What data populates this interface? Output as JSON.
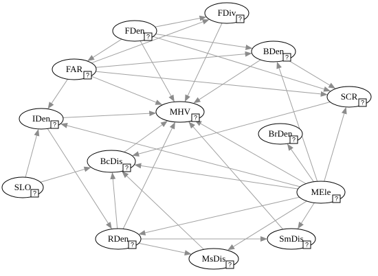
{
  "nodes": [
    {
      "id": "FDiv",
      "label": "FDiv",
      "badge": "?"
    },
    {
      "id": "FDen",
      "label": "FDen",
      "badge": "?"
    },
    {
      "id": "BDen",
      "label": "BDen",
      "badge": "?"
    },
    {
      "id": "FAR",
      "label": "FAR",
      "badge": "?"
    },
    {
      "id": "SCR",
      "label": "SCR",
      "badge": "?"
    },
    {
      "id": "MHV",
      "label": "MHV",
      "badge": "?"
    },
    {
      "id": "IDen",
      "label": "IDen",
      "badge": "?"
    },
    {
      "id": "BrDen",
      "label": "BrDen",
      "badge": "?"
    },
    {
      "id": "BcDis",
      "label": "BcDis",
      "badge": "?"
    },
    {
      "id": "SLO",
      "label": "SLO",
      "badge": "?"
    },
    {
      "id": "MEle",
      "label": "MEle",
      "badge": "?"
    },
    {
      "id": "RDen",
      "label": "RDen",
      "badge": "?"
    },
    {
      "id": "SmDis",
      "label": "SmDis",
      "badge": "?"
    },
    {
      "id": "MsDis",
      "label": "MsDis",
      "badge": "?"
    }
  ],
  "edges": [
    [
      "FDen",
      "FDiv"
    ],
    [
      "FDen",
      "FAR"
    ],
    [
      "FDen",
      "MHV"
    ],
    [
      "FDen",
      "BDen"
    ],
    [
      "FDen",
      "SCR"
    ],
    [
      "FAR",
      "FDiv"
    ],
    [
      "FAR",
      "BDen"
    ],
    [
      "FAR",
      "SCR"
    ],
    [
      "FAR",
      "MHV"
    ],
    [
      "FAR",
      "IDen"
    ],
    [
      "FDiv",
      "MHV"
    ],
    [
      "BDen",
      "MHV"
    ],
    [
      "BDen",
      "SCR"
    ],
    [
      "IDen",
      "MHV"
    ],
    [
      "IDen",
      "RDen"
    ],
    [
      "SLO",
      "IDen"
    ],
    [
      "SLO",
      "BcDis"
    ],
    [
      "BcDis",
      "MHV"
    ],
    [
      "SCR",
      "BcDis"
    ],
    [
      "MEle",
      "MHV"
    ],
    [
      "MEle",
      "IDen"
    ],
    [
      "MEle",
      "BcDis"
    ],
    [
      "MEle",
      "BDen"
    ],
    [
      "MEle",
      "SCR"
    ],
    [
      "MEle",
      "BrDen"
    ],
    [
      "MEle",
      "SmDis"
    ],
    [
      "MEle",
      "RDen"
    ],
    [
      "MEle",
      "MsDis"
    ],
    [
      "RDen",
      "MHV"
    ],
    [
      "RDen",
      "BcDis"
    ],
    [
      "RDen",
      "SmDis"
    ],
    [
      "RDen",
      "MsDis"
    ],
    [
      "SmDis",
      "MHV"
    ],
    [
      "MsDis",
      "BcDis"
    ]
  ],
  "colors": {
    "edge": "#a0a0a0",
    "node_stroke": "#000000",
    "node_fill": "#ffffff"
  }
}
